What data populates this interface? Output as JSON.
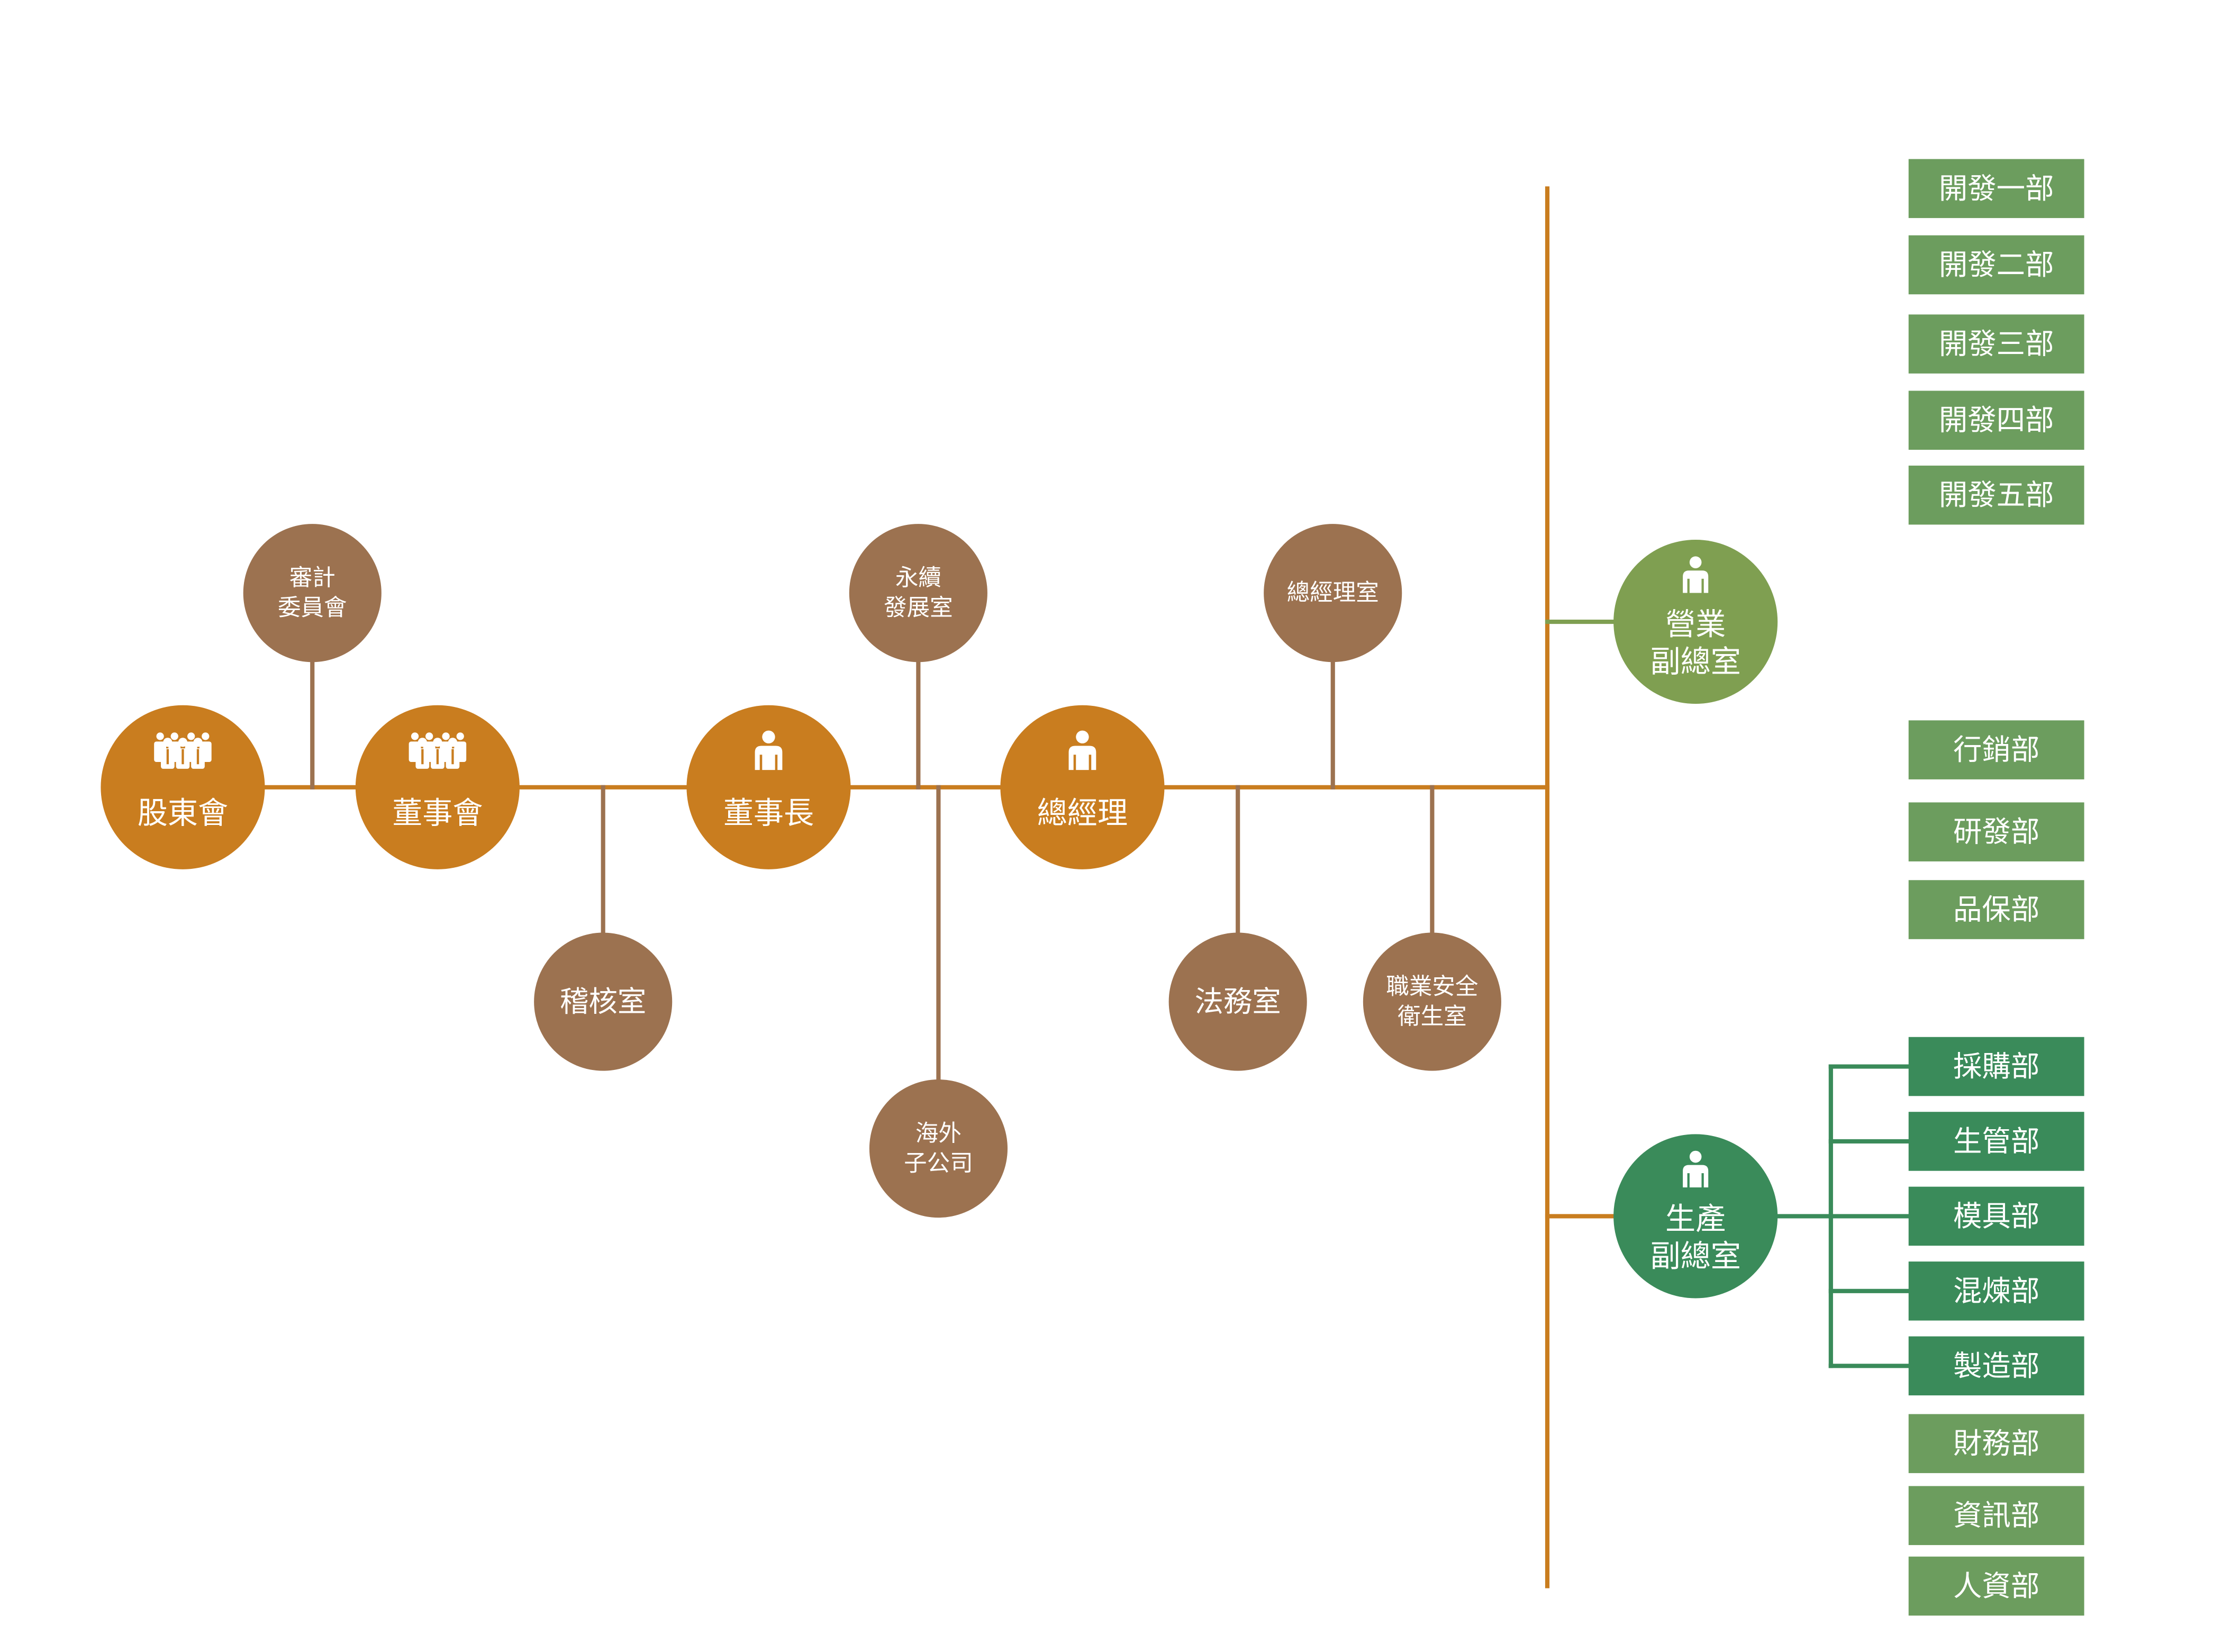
{
  "chart_data": {
    "type": "org-chart",
    "colors": {
      "main_orange": "#C97D1F",
      "staff_brown": "#9C7250",
      "sales_green": "#7F9F51",
      "production_green": "#3A8B5A",
      "dept_green": "#6C9D5E",
      "line_orange": "#C97D1F",
      "line_brown": "#9C7250",
      "line_green": "#3A8B5A"
    },
    "main_chain": [
      {
        "id": "shareholders",
        "label": "股東會",
        "icon": "group-icon"
      },
      {
        "id": "board",
        "label": "董事會",
        "icon": "group-icon"
      },
      {
        "id": "chairman",
        "label": "董事長",
        "icon": "person-icon"
      },
      {
        "id": "gm",
        "label": "總經理",
        "icon": "person-icon"
      }
    ],
    "staff_units": [
      {
        "id": "audit-committee",
        "lines": [
          "審計",
          "委員會"
        ],
        "attached_to": "between shareholders and board"
      },
      {
        "id": "audit-office",
        "lines": [
          "稽核室"
        ],
        "attached_to": "between board and chairman"
      },
      {
        "id": "sustainability",
        "lines": [
          "永續",
          "發展室"
        ],
        "attached_to": "between chairman and gm"
      },
      {
        "id": "overseas",
        "lines": [
          "海外",
          "子公司"
        ],
        "attached_to": "between chairman and gm"
      },
      {
        "id": "gm-office",
        "lines": [
          "總經理室"
        ],
        "attached_to": "after gm"
      },
      {
        "id": "legal",
        "lines": [
          "法務室"
        ],
        "attached_to": "after gm"
      },
      {
        "id": "safety",
        "lines": [
          "職業安全",
          "衛生室"
        ],
        "attached_to": "after gm"
      }
    ],
    "vice_gm_offices": [
      {
        "id": "sales-vp",
        "lines": [
          "營業",
          "副總室"
        ],
        "icon": "person-icon"
      },
      {
        "id": "production-vp",
        "lines": [
          "生產",
          "副總室"
        ],
        "icon": "person-icon"
      }
    ],
    "departments": [
      {
        "label": "開發一部",
        "reports_to": "gm"
      },
      {
        "label": "開發二部",
        "reports_to": "gm"
      },
      {
        "label": "開發三部",
        "reports_to": "gm"
      },
      {
        "label": "開發四部",
        "reports_to": "gm"
      },
      {
        "label": "開發五部",
        "reports_to": "gm"
      },
      {
        "label": "行銷部",
        "reports_to": "gm"
      },
      {
        "label": "研發部",
        "reports_to": "gm"
      },
      {
        "label": "品保部",
        "reports_to": "gm"
      },
      {
        "label": "採購部",
        "reports_to": "production-vp"
      },
      {
        "label": "生管部",
        "reports_to": "production-vp"
      },
      {
        "label": "模具部",
        "reports_to": "production-vp"
      },
      {
        "label": "混煉部",
        "reports_to": "production-vp"
      },
      {
        "label": "製造部",
        "reports_to": "production-vp"
      },
      {
        "label": "財務部",
        "reports_to": "gm"
      },
      {
        "label": "資訊部",
        "reports_to": "gm"
      },
      {
        "label": "人資部",
        "reports_to": "gm"
      }
    ]
  }
}
